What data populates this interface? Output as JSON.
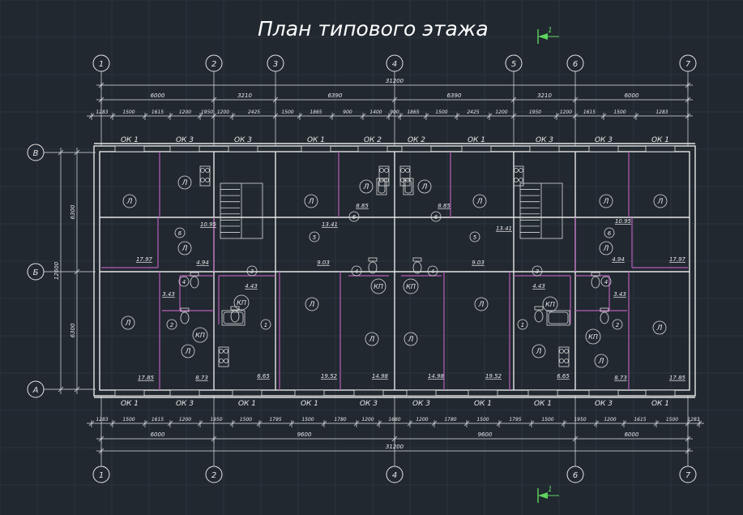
{
  "title": "План типового этажа",
  "section_mark": "1",
  "axes_columns": [
    "1",
    "2",
    "3",
    "4",
    "5",
    "6",
    "7"
  ],
  "axes_rows": [
    "В",
    "Б",
    "А"
  ],
  "dims_top": {
    "total": "31200",
    "spans": [
      "6000",
      "3210",
      "6390",
      "6390",
      "3210",
      "6000"
    ],
    "detail": [
      "1283",
      "1500",
      "1615",
      "1200",
      "1950",
      "1200",
      "2425",
      "1500",
      "1865",
      "900",
      "1400",
      "900",
      "1865",
      "1500",
      "2425",
      "1200",
      "1950",
      "1200",
      "1615",
      "1500",
      "1283"
    ]
  },
  "dims_bottom": {
    "total": "31200",
    "spans": [
      "6000",
      "9600",
      "9600",
      "6000"
    ],
    "detail": [
      "1283",
      "1500",
      "1615",
      "1200",
      "1950",
      "1500",
      "1795",
      "1500",
      "1780",
      "1200",
      "1680",
      "1200",
      "1780",
      "1500",
      "1795",
      "1500",
      "1950",
      "1200",
      "1615",
      "1500",
      "1283"
    ]
  },
  "dims_left": {
    "total": "12600",
    "upper": "6300",
    "lower": "6300"
  },
  "windows_top": [
    "ОК 1",
    "ОК 3",
    "ОК 3",
    "ОК 1",
    "ОК 2",
    "ОК 2",
    "ОК 1",
    "ОК 3",
    "ОК 3",
    "ОК 1"
  ],
  "windows_bottom": [
    "ОК 1",
    "ОК 3",
    "ОК 1",
    "ОК 1",
    "ОК 3",
    "ОК 3",
    "ОК 1",
    "ОК 1",
    "ОК 3",
    "ОК 1"
  ],
  "areas": [
    "10.95",
    "13.41",
    "8.85",
    "8.85",
    "13.41",
    "10.95",
    "17.97",
    "4.94",
    "9.03",
    "9.03",
    "4.94",
    "17.97",
    "3.43",
    "4.43",
    "4.43",
    "3.43",
    "17.85",
    "8.73",
    "6.65",
    "19.52",
    "14.98",
    "14.98",
    "19.52",
    "6.65",
    "8.73",
    "17.85"
  ],
  "tags": {
    "living": "Л",
    "pantry": "КП"
  },
  "door_marks": [
    "6",
    "5",
    "3",
    "4",
    "2",
    "1"
  ]
}
